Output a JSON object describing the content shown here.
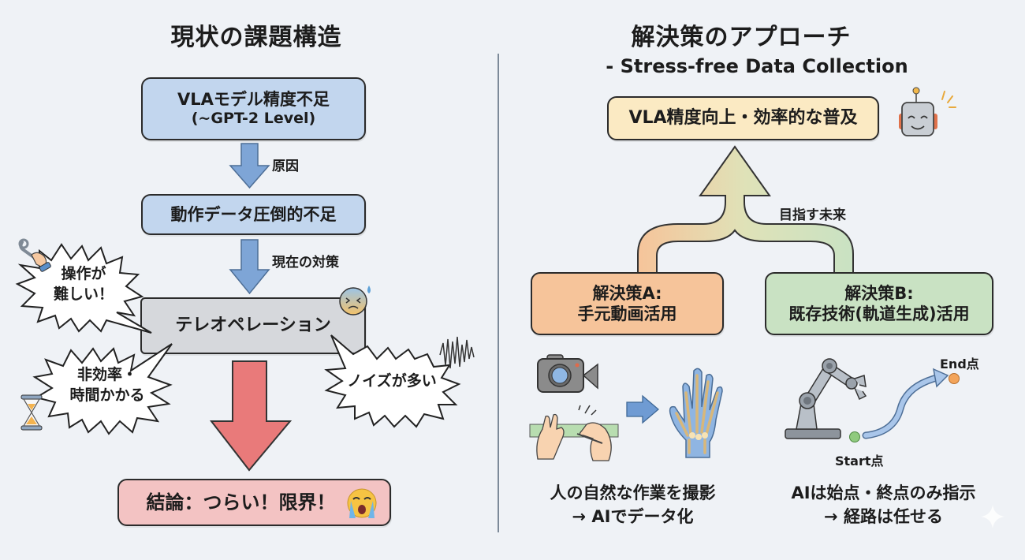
{
  "left_panel": {
    "title": "現状の課題構造",
    "box_vla": {
      "line1": "VLAモデル精度不足",
      "line2": "(~GPT-2 Level)"
    },
    "arrow_cause_label": "原因",
    "box_data": "動作データ圧倒的不足",
    "arrow_current_label": "現在の対策",
    "box_teleop": "テレオペレーション",
    "burst_difficult": {
      "line1": "操作が",
      "line2": "難しい！"
    },
    "burst_inefficient": {
      "line1": "非効率・",
      "line2": "時間かかる"
    },
    "burst_noise": "ノイズが多い",
    "box_conclusion": "結論：つらい！限界！",
    "icons": [
      "wrench-hand-icon",
      "worried-face-icon",
      "hourglass-icon",
      "noise-wave-icon",
      "crying-face-icon"
    ]
  },
  "right_panel": {
    "title": "解決策のアプローチ",
    "subtitle": "- Stress-free Data Collection",
    "box_goal": "VLA精度向上・効率的な普及",
    "arrow_future_label": "目指す未来",
    "solution_a": {
      "line1": "解決策A:",
      "line2": "手元動画活用"
    },
    "solution_b": {
      "line1": "解決策B:",
      "line2": "既存技術(軌道生成)活用"
    },
    "caption_a": {
      "line1": "人の自然な作業を撮影",
      "line2": "→ AIでデータ化"
    },
    "caption_b": {
      "line1": "AIは始点・終点のみ指示",
      "line2": "→ 経路は任せる"
    },
    "start_label": "Start点",
    "end_label": "End点",
    "icons": [
      "robot-icon",
      "video-camera-icon",
      "hands-working-icon",
      "hand-skeleton-icon",
      "robot-arm-icon",
      "trajectory-arrow-icon"
    ]
  },
  "colors": {
    "background": "#eff2f6",
    "blue_box": "#c2d6ee",
    "blue_arrow": "#7ea5d6",
    "gray_box": "#d6d8dc",
    "red_arrow": "#e97a7a",
    "pink_box": "#f3c3c3",
    "yellow_box": "#fbeac3",
    "orange_box": "#f6c49a",
    "green_box": "#c9e2c3"
  }
}
